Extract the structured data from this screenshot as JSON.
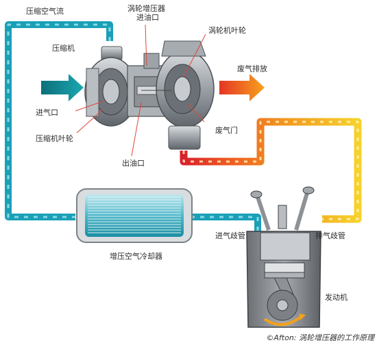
{
  "labels": {
    "compressed_air_flow": "压缩空气流",
    "turbine_oil_inlet_l1": "涡轮增压器",
    "turbine_oil_inlet_l2": "进油口",
    "turbine_impeller": "涡轮机叶轮",
    "compressor": "压缩机",
    "exhaust_discharge": "废气排放",
    "air_intake": "进气口",
    "wastegate": "废气门",
    "compressor_impeller": "压缩机叶轮",
    "oil_outlet": "出油口",
    "intake_manifold": "进气歧管",
    "exhaust_manifold": "排气歧管",
    "intercooler": "增压空气冷却器",
    "engine": "发动机",
    "credit": "©Afton: 涡轮增压器的工作原理"
  },
  "colors": {
    "cool_air": "#1aa0b7",
    "cool_air_light": "#7fd3e0",
    "hot_exhaust_start": "#d8202c",
    "hot_exhaust_mid": "#f07d1e",
    "hot_exhaust_end": "#f5d02b",
    "arrow_intake": "#138a93",
    "arrow_exhaust_start": "#e53524",
    "arrow_exhaust_end": "#f5a623",
    "metal": "#9aa0a6",
    "leader_line": "#e0453a"
  }
}
